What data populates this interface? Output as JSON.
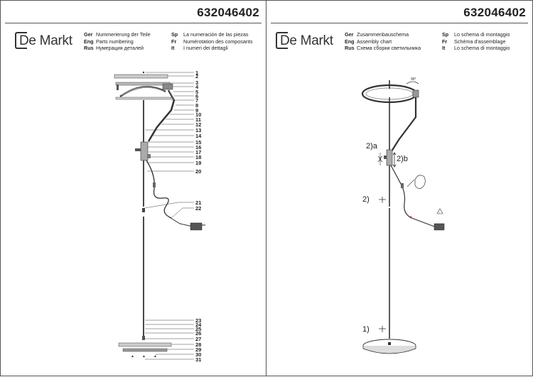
{
  "left": {
    "product_code": "632046402",
    "brand": "De Markt",
    "legend": [
      {
        "lang": "Ger",
        "text": "Nummerierung der Teile"
      },
      {
        "lang": "Eng",
        "text": "Parts numbering"
      },
      {
        "lang": "Rus",
        "text": "Нумерация деталей"
      },
      {
        "lang": "Sp",
        "text": "La numeración de las piezas"
      },
      {
        "lang": "Fr",
        "text": "Numérotation des composants"
      },
      {
        "lang": "It",
        "text": "I numeri dei dettagli"
      }
    ],
    "part_numbers": [
      "1",
      "2",
      "3",
      "4",
      "5",
      "6",
      "7",
      "8",
      "9",
      "10",
      "11",
      "12",
      "13",
      "14",
      "15",
      "16",
      "17",
      "18",
      "19",
      "20",
      "21",
      "22",
      "23",
      "24",
      "25",
      "26",
      "27",
      "28",
      "29",
      "30",
      "31"
    ]
  },
  "right": {
    "product_code": "632046402",
    "brand": "De Markt",
    "legend": [
      {
        "lang": "Ger",
        "text": "Zusammenbauschema"
      },
      {
        "lang": "Eng",
        "text": "Assembly chart"
      },
      {
        "lang": "Rus",
        "text": "Схема сборки светильника"
      },
      {
        "lang": "Sp",
        "text": "Lo schema di montaggio"
      },
      {
        "lang": "Fr",
        "text": "Schéma d'assemblage"
      },
      {
        "lang": "It",
        "text": "Lo schema di montaggio"
      }
    ],
    "steps": {
      "s2a": "2)a",
      "s2b": "2)b",
      "s2": "2)",
      "s1": "1)",
      "angle": "90°"
    }
  }
}
